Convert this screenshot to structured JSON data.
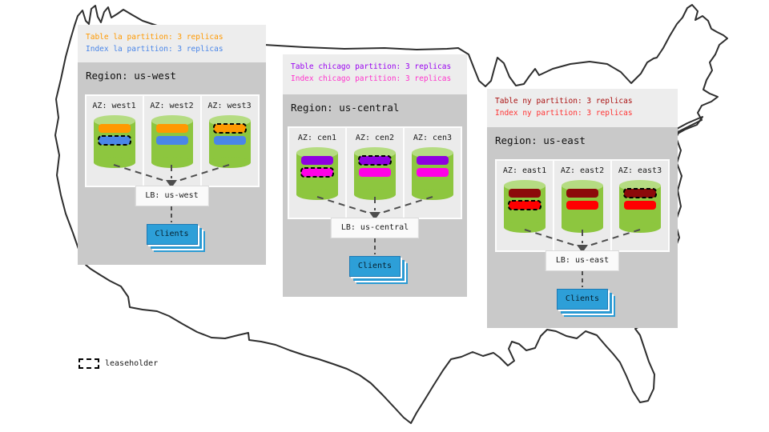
{
  "legend": {
    "label": "leaseholder"
  },
  "colors": {
    "map_stroke": "#2e2e2e",
    "region_bg": "#c9c9c9",
    "callout_bg": "#ededed",
    "az_bg": "#ebebeb",
    "cylinder_body": "#8dc63f",
    "cylinder_top": "#b5dc82",
    "clients_bg": "#2d9fd8",
    "connector": "#4d4d4d"
  },
  "regions": [
    {
      "id": "us-west",
      "title": "Region: us-west",
      "callout": [
        {
          "text": "Table la partition: 3 replicas",
          "color": "#ff9900"
        },
        {
          "text": "Index la partition: 3 replicas",
          "color": "#4a86e8"
        }
      ],
      "lb_label": "LB: us-west",
      "clients_label": "Clients",
      "azs": [
        {
          "label": "AZ: west1",
          "bars": [
            {
              "color": "#ff9900",
              "leaseholder": false
            },
            {
              "color": "#4a86e8",
              "leaseholder": true
            }
          ]
        },
        {
          "label": "AZ: west2",
          "bars": [
            {
              "color": "#ff9900",
              "leaseholder": false
            },
            {
              "color": "#4a86e8",
              "leaseholder": false
            }
          ]
        },
        {
          "label": "AZ: west3",
          "bars": [
            {
              "color": "#ff9900",
              "leaseholder": true
            },
            {
              "color": "#4a86e8",
              "leaseholder": false
            }
          ]
        }
      ]
    },
    {
      "id": "us-central",
      "title": "Region: us-central",
      "callout": [
        {
          "text": "Table chicago partition: 3 replicas",
          "color": "#9900f0"
        },
        {
          "text": "Index chicago partition: 3 replicas",
          "color": "#ff33cc"
        }
      ],
      "lb_label": "LB: us-central",
      "clients_label": "Clients",
      "azs": [
        {
          "label": "AZ: cen1",
          "bars": [
            {
              "color": "#8f00e0",
              "leaseholder": false
            },
            {
              "color": "#ff00e6",
              "leaseholder": true
            }
          ]
        },
        {
          "label": "AZ: cen2",
          "bars": [
            {
              "color": "#8f00e0",
              "leaseholder": true
            },
            {
              "color": "#ff00e6",
              "leaseholder": false
            }
          ]
        },
        {
          "label": "AZ: cen3",
          "bars": [
            {
              "color": "#8f00e0",
              "leaseholder": false
            },
            {
              "color": "#ff00e6",
              "leaseholder": false
            }
          ]
        }
      ]
    },
    {
      "id": "us-east",
      "title": "Region: us-east",
      "callout": [
        {
          "text": "Table ny partition: 3 replicas",
          "color": "#aa1111"
        },
        {
          "text": "Index ny partition: 3 replicas",
          "color": "#ff3333"
        }
      ],
      "lb_label": "LB: us-east",
      "clients_label": "Clients",
      "azs": [
        {
          "label": "AZ: east1",
          "bars": [
            {
              "color": "#8c0a0a",
              "leaseholder": false
            },
            {
              "color": "#ff0000",
              "leaseholder": true
            }
          ]
        },
        {
          "label": "AZ: east2",
          "bars": [
            {
              "color": "#8c0a0a",
              "leaseholder": false
            },
            {
              "color": "#ff0000",
              "leaseholder": false
            }
          ]
        },
        {
          "label": "AZ: east3",
          "bars": [
            {
              "color": "#8c0a0a",
              "leaseholder": true
            },
            {
              "color": "#ff0000",
              "leaseholder": false
            }
          ]
        }
      ]
    }
  ]
}
